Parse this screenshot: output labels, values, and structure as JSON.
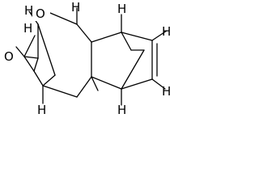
{
  "molecule": {
    "atoms": [
      {
        "id": "o1",
        "symbol": "O"
      },
      {
        "id": "o2",
        "symbol": "O"
      },
      {
        "id": "h1",
        "symbol": "H"
      },
      {
        "id": "h2",
        "symbol": "H"
      },
      {
        "id": "h3",
        "symbol": "H"
      },
      {
        "id": "h4",
        "symbol": "H"
      },
      {
        "id": "h5",
        "symbol": "H"
      },
      {
        "id": "h6",
        "symbol": "H"
      },
      {
        "id": "h7",
        "symbol": "H"
      },
      {
        "id": "h8",
        "symbol": "H"
      }
    ],
    "bond_color": "#000000",
    "background": "#ffffff"
  }
}
